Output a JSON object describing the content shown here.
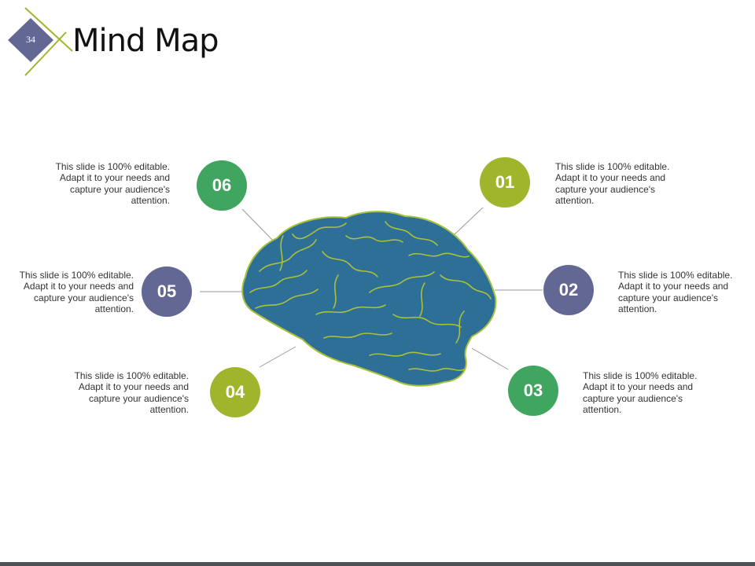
{
  "slide": {
    "page_number": "34",
    "title": "Mind Map"
  },
  "colors": {
    "green": "#3fa55f",
    "olive": "#a0b52c",
    "slate": "#636794",
    "brain_fill": "#2e6f97",
    "brain_veins": "#a8c13a",
    "badge": "#636794",
    "accent_line": "#a0b52c"
  },
  "icons": {
    "center": "brain-icon",
    "badge": "diamond-icon"
  },
  "nodes": [
    {
      "number": "01",
      "color": "olive",
      "text": "This slide is 100% editable. Adapt it to your needs and capture your audience's attention."
    },
    {
      "number": "02",
      "color": "slate",
      "text": "This slide is 100% editable. Adapt it to your needs and capture your audience's attention."
    },
    {
      "number": "03",
      "color": "green",
      "text": "This slide is 100% editable. Adapt it to your needs and capture your audience's attention."
    },
    {
      "number": "04",
      "color": "olive",
      "text": "This slide is 100% editable. Adapt it to your needs and capture your audience's attention."
    },
    {
      "number": "05",
      "color": "slate",
      "text": "This slide is 100% editable. Adapt it to your needs and capture your audience's attention."
    },
    {
      "number": "06",
      "color": "green",
      "text": "This slide is 100% editable. Adapt it to your needs and capture your audience's attention."
    }
  ]
}
